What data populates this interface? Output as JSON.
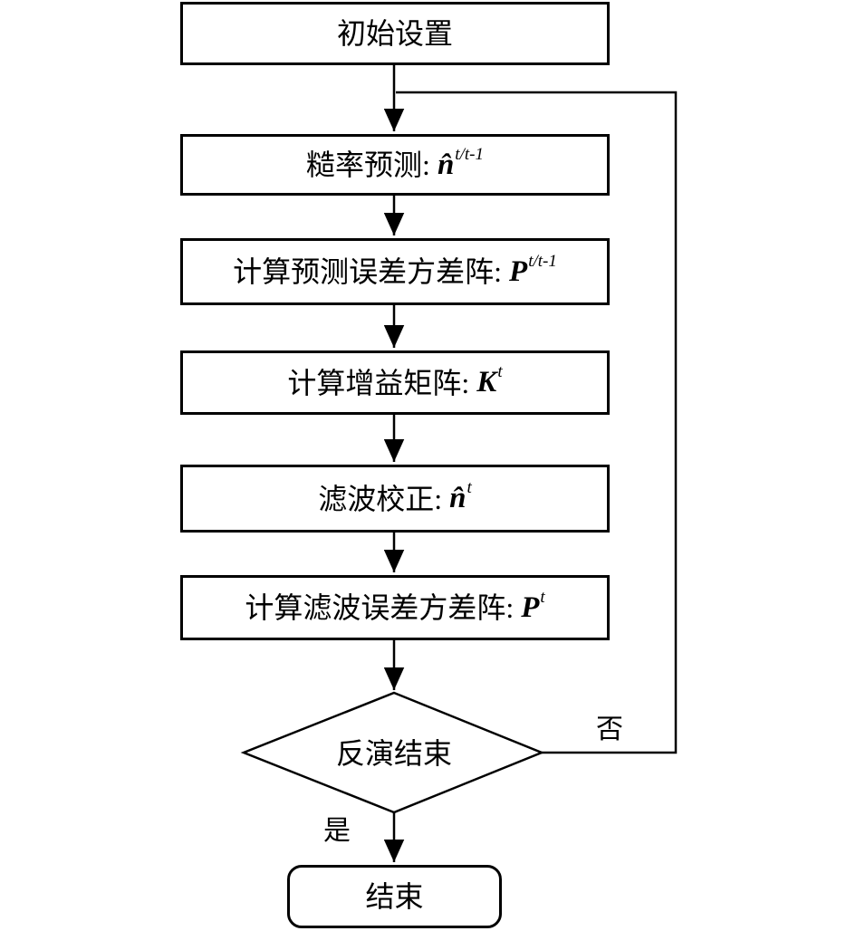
{
  "diagram": {
    "title": "roughness-inversion-kalman-filter-flowchart",
    "colors": {
      "stroke": "#000000",
      "background": "#ffffff",
      "text": "#000000"
    },
    "nodes": {
      "start": {
        "shape": "rectangle",
        "label": "初始设置"
      },
      "predict": {
        "shape": "rectangle",
        "label": "糙率预测: ",
        "var": "n̂",
        "sup": "t/t-1"
      },
      "pred_cov": {
        "shape": "rectangle",
        "label": "计算预测误差方差阵: ",
        "var": "P",
        "sup": "t/t-1"
      },
      "gain": {
        "shape": "rectangle",
        "label": "计算增益矩阵: ",
        "var": "K",
        "sup": "t"
      },
      "filter": {
        "shape": "rectangle",
        "label": "滤波校正: ",
        "var": "n̂",
        "sup": "t"
      },
      "filter_cov": {
        "shape": "rectangle",
        "label": "计算滤波误差方差阵: ",
        "var": "P",
        "sup": "t"
      },
      "decision": {
        "shape": "diamond",
        "label": "反演结束"
      },
      "end": {
        "shape": "rounded-rectangle",
        "label": "结束"
      }
    },
    "edge_labels": {
      "no": "否",
      "yes": "是"
    }
  }
}
